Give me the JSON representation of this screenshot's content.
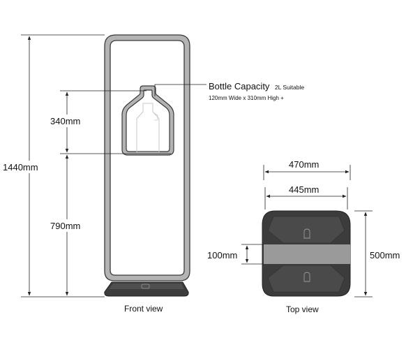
{
  "front_view": {
    "label": "Front view",
    "total_height": "1440mm",
    "bottle_window_height": "340mm",
    "base_to_window_height": "790mm"
  },
  "bottle": {
    "title": "Bottle Capacity",
    "title_suffix": "2L Suitable",
    "subtitle": "120mm Wide x 310mm High +"
  },
  "top_view": {
    "label": "Top view",
    "outer_width": "470mm",
    "inner_width": "445mm",
    "depth": "500mm",
    "band_width": "100mm"
  },
  "colors": {
    "frame_fill": "#b3b3b3",
    "frame_stroke": "#3a3a3a",
    "base_dark": "#3c3c3c",
    "base_mid": "#4a4a4a",
    "band": "#9a9a9a",
    "dim_line": "#222222"
  }
}
